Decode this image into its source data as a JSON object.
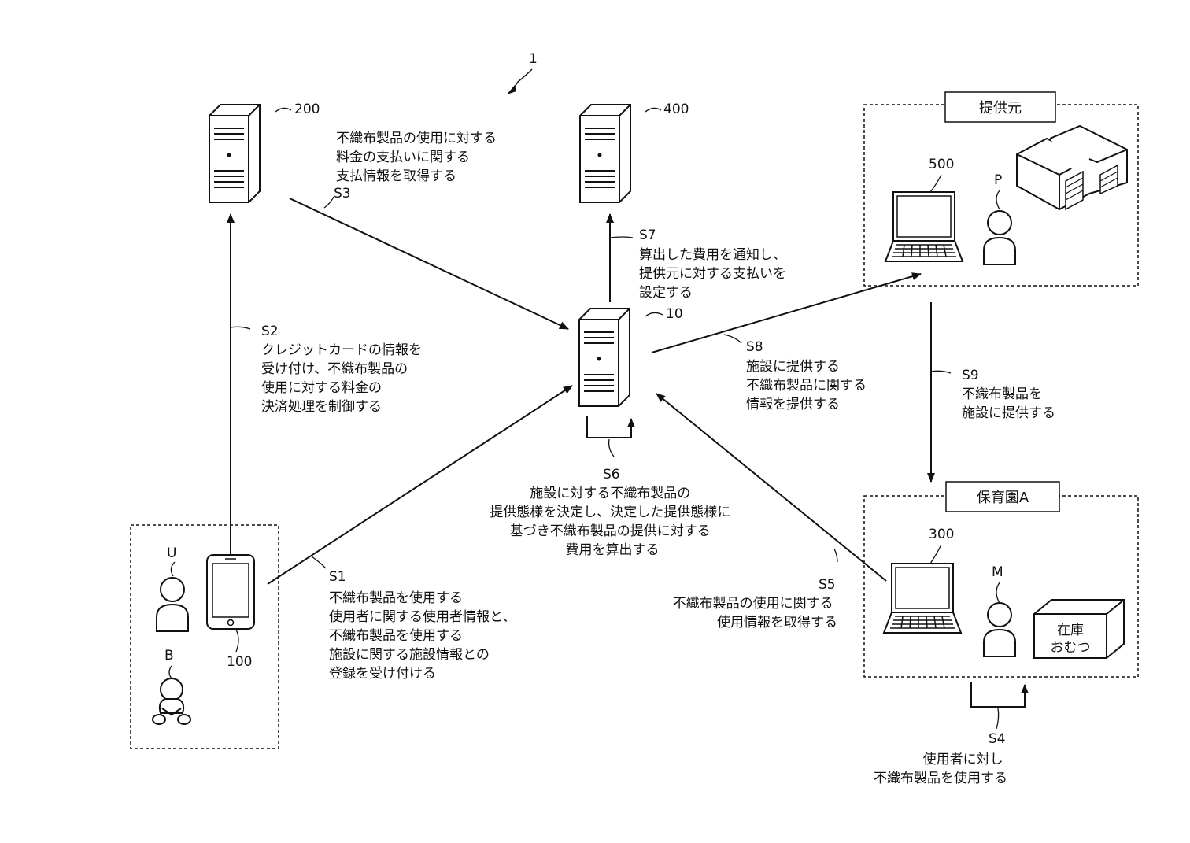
{
  "system_ref": "1",
  "devices": {
    "server_200": "200",
    "server_400": "400",
    "server_10": "10",
    "laptop_500": "500",
    "laptop_300": "300",
    "phone_100": "100"
  },
  "persons": {
    "P": "P",
    "U": "U",
    "B": "B",
    "M": "M"
  },
  "boxes": {
    "provider_title": "提供元",
    "nursery_title": "保育園A",
    "stock_line1": "在庫",
    "stock_line2": "おむつ"
  },
  "steps": {
    "s1": {
      "label": "S1",
      "lines": [
        "不織布製品を使用する",
        "使用者に関する使用者情報と、",
        "不織布製品を使用する",
        "施設に関する施設情報との",
        "登録を受け付ける"
      ]
    },
    "s2": {
      "label": "S2",
      "lines": [
        "クレジットカードの情報を",
        "受け付け、不織布製品の",
        "使用に対する料金の",
        "決済処理を制御する"
      ]
    },
    "s3": {
      "label": "S3",
      "lines": [
        "不織布製品の使用に対する",
        "料金の支払いに関する",
        "支払情報を取得する"
      ]
    },
    "s4": {
      "label": "S4",
      "lines": [
        "使用者に対し",
        "不織布製品を使用する"
      ]
    },
    "s5": {
      "label": "S5",
      "lines": [
        "不織布製品の使用に関する",
        "使用情報を取得する"
      ]
    },
    "s6": {
      "label": "S6",
      "lines": [
        "施設に対する不織布製品の",
        "提供態様を決定し、決定した提供態様に",
        "基づき不織布製品の提供に対する",
        "費用を算出する"
      ]
    },
    "s7": {
      "label": "S7",
      "lines": [
        "算出した費用を通知し、",
        "提供元に対する支払いを",
        "設定する"
      ]
    },
    "s8": {
      "label": "S8",
      "lines": [
        "施設に提供する",
        "不織布製品に関する",
        "情報を提供する"
      ]
    },
    "s9": {
      "label": "S9",
      "lines": [
        "不織布製品を",
        "施設に提供する"
      ]
    }
  }
}
